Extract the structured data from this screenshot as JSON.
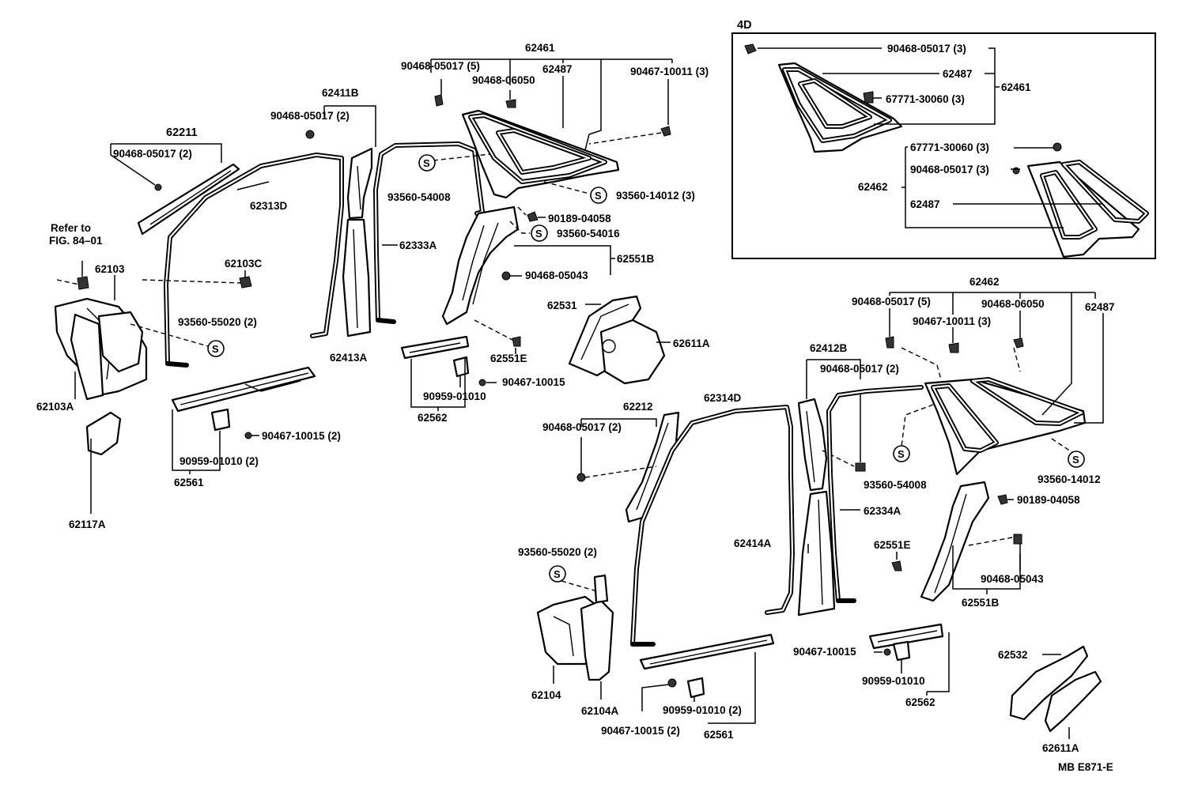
{
  "diagram": {
    "ref_code": "MB E871-E",
    "inset_tag": "4D",
    "refer_note": [
      "Refer to",
      "FIG. 84–01"
    ],
    "screw_symbol": "S",
    "labels": [
      {
        "id": "l-62461-top",
        "text": "62461"
      },
      {
        "id": "l-90468-05017-5-top",
        "text": "90468-05017 (5)"
      },
      {
        "id": "l-62487-top",
        "text": "62487"
      },
      {
        "id": "l-90468-06050-top",
        "text": "90468-06050"
      },
      {
        "id": "l-90467-10011-3-top",
        "text": "90467-10011 (3)"
      },
      {
        "id": "l-62411B",
        "text": "62411B"
      },
      {
        "id": "l-90468-05017-2-a",
        "text": "90468-05017 (2)"
      },
      {
        "id": "l-62211",
        "text": "62211"
      },
      {
        "id": "l-90468-05017-2-b",
        "text": "90468-05017 (2)"
      },
      {
        "id": "l-62313D",
        "text": "62313D"
      },
      {
        "id": "l-93560-54008-a",
        "text": "93560-54008"
      },
      {
        "id": "l-93560-14012-3",
        "text": "93560-14012 (3)"
      },
      {
        "id": "l-90189-04058-a",
        "text": "90189-04058"
      },
      {
        "id": "l-93560-54016",
        "text": "93560-54016"
      },
      {
        "id": "l-62333A",
        "text": "62333A"
      },
      {
        "id": "l-62551B-a",
        "text": "62551B"
      },
      {
        "id": "l-90468-05043-a",
        "text": "90468-05043"
      },
      {
        "id": "l-62103",
        "text": "62103"
      },
      {
        "id": "l-62103C",
        "text": "62103C"
      },
      {
        "id": "l-93560-55020-2-a",
        "text": "93560-55020 (2)"
      },
      {
        "id": "l-62413A",
        "text": "62413A"
      },
      {
        "id": "l-62531",
        "text": "62531"
      },
      {
        "id": "l-62611A-a",
        "text": "62611A"
      },
      {
        "id": "l-62551E-a",
        "text": "62551E"
      },
      {
        "id": "l-90467-10015-a",
        "text": "90467-10015"
      },
      {
        "id": "l-90959-01010-a",
        "text": "90959-01010"
      },
      {
        "id": "l-62562-a",
        "text": "62562"
      },
      {
        "id": "l-62103A",
        "text": "62103A"
      },
      {
        "id": "l-90467-10015-2-a",
        "text": "90467-10015 (2)"
      },
      {
        "id": "l-90959-01010-2-a",
        "text": "90959-01010 (2)"
      },
      {
        "id": "l-62561-a",
        "text": "62561"
      },
      {
        "id": "l-62117A",
        "text": "62117A"
      },
      {
        "id": "l-in-90468-05017-3",
        "text": "90468-05017 (3)"
      },
      {
        "id": "l-in-62487-a",
        "text": "62487"
      },
      {
        "id": "l-in-62461",
        "text": "62461"
      },
      {
        "id": "l-in-67771-30060-3-a",
        "text": "67771-30060 (3)"
      },
      {
        "id": "l-in-67771-30060-3-b",
        "text": "67771-30060 (3)"
      },
      {
        "id": "l-in-90468-05017-3-b",
        "text": "90468-05017 (3)"
      },
      {
        "id": "l-in-62462",
        "text": "62462"
      },
      {
        "id": "l-in-62487-b",
        "text": "62487"
      },
      {
        "id": "l-62462-r",
        "text": "62462"
      },
      {
        "id": "l-90468-05017-5-r",
        "text": "90468-05017 (5)"
      },
      {
        "id": "l-90468-06050-r",
        "text": "90468-06050"
      },
      {
        "id": "l-62487-r",
        "text": "62487"
      },
      {
        "id": "l-90467-10011-3-r",
        "text": "90467-10011 (3)"
      },
      {
        "id": "l-62412B",
        "text": "62412B"
      },
      {
        "id": "l-90468-05017-2-r",
        "text": "90468-05017 (2)"
      },
      {
        "id": "l-62314D",
        "text": "62314D"
      },
      {
        "id": "l-62212",
        "text": "62212"
      },
      {
        "id": "l-90468-05017-2-r2",
        "text": "90468-05017 (2)"
      },
      {
        "id": "l-93560-54008-r",
        "text": "93560-54008"
      },
      {
        "id": "l-93560-14012-r",
        "text": "93560-14012"
      },
      {
        "id": "l-90189-04058-r",
        "text": "90189-04058"
      },
      {
        "id": "l-62334A",
        "text": "62334A"
      },
      {
        "id": "l-62414A",
        "text": "62414A"
      },
      {
        "id": "l-62551E-r",
        "text": "62551E"
      },
      {
        "id": "l-90468-05043-r",
        "text": "90468-05043"
      },
      {
        "id": "l-62551B-r",
        "text": "62551B"
      },
      {
        "id": "l-93560-55020-2-r",
        "text": "93560-55020 (2)"
      },
      {
        "id": "l-62104",
        "text": "62104"
      },
      {
        "id": "l-62104A",
        "text": "62104A"
      },
      {
        "id": "l-90959-01010-2-r",
        "text": "90959-01010 (2)"
      },
      {
        "id": "l-90467-10015-2-r",
        "text": "90467-10015 (2)"
      },
      {
        "id": "l-62561-r",
        "text": "62561"
      },
      {
        "id": "l-90467-10015-r",
        "text": "90467-10015"
      },
      {
        "id": "l-90959-01010-r",
        "text": "90959-01010"
      },
      {
        "id": "l-62562-r",
        "text": "62562"
      },
      {
        "id": "l-62532",
        "text": "62532"
      },
      {
        "id": "l-62611A-r",
        "text": "62611A"
      }
    ]
  }
}
